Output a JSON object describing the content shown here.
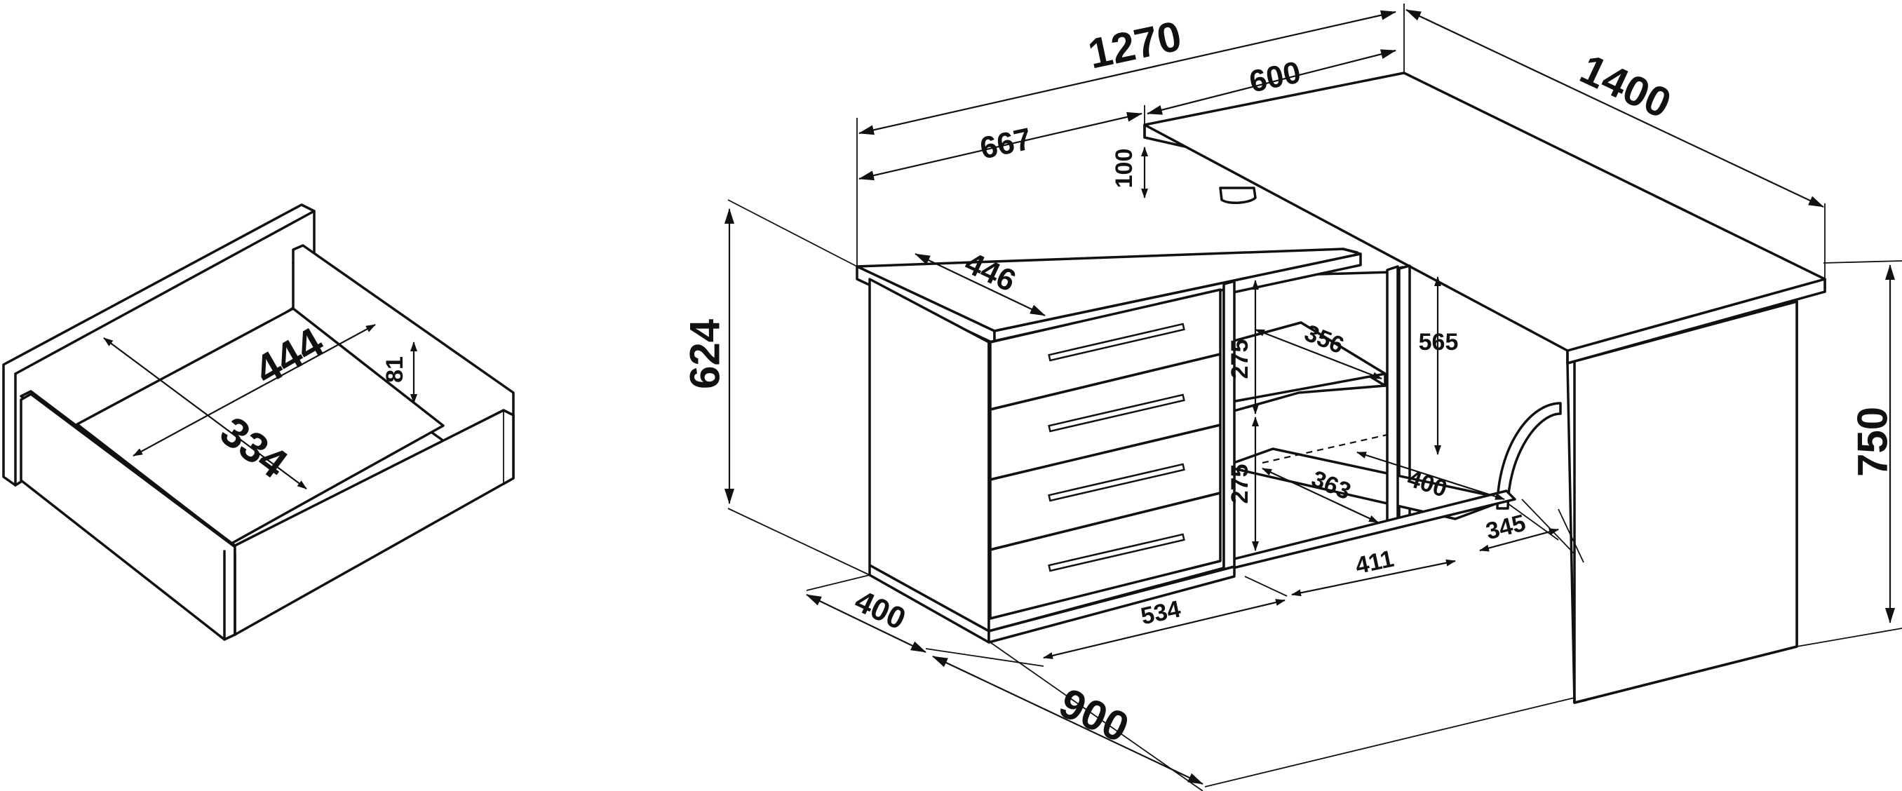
{
  "dimensions": {
    "drawer_depth": "444",
    "drawer_width": "334",
    "drawer_height": "81",
    "desk_total_width": "1270",
    "desk_total_depth": "1400",
    "return_width": "600",
    "cabinet_width": "667",
    "top_offset": "100",
    "cabinet_top_depth": "446",
    "cabinet_height": "624",
    "desk_height": "750",
    "shelf_height_upper": "275",
    "shelf_height_lower": "275",
    "shelf_depth": "356",
    "bottom_depth": "363",
    "inner_height": "565",
    "inner_depth": "400",
    "side_gap": "345",
    "base_depth": "400",
    "base_length": "900",
    "plinth_left": "534",
    "plinth_right": "411"
  }
}
